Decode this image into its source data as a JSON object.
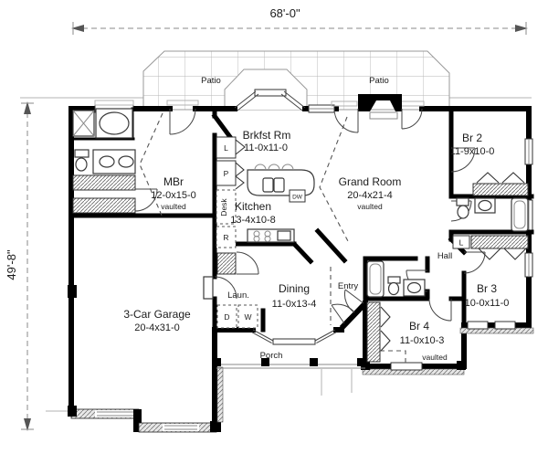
{
  "sheet": {
    "background": "#ffffff",
    "ink": "#000000",
    "light_gray": "#b3b3b3"
  },
  "dimensions": {
    "width": "68'-0\"",
    "height": "49'-8\""
  },
  "rooms": {
    "patio_left": {
      "name": "Patio"
    },
    "patio_right": {
      "name": "Patio"
    },
    "mbr": {
      "name": "MBr",
      "size": "12-0x15-0",
      "note": "vaulted"
    },
    "brkfst": {
      "name": "Brkfst Rm",
      "size": "11-0x11-0"
    },
    "kitchen": {
      "name": "Kitchen",
      "size": "13-4x10-8"
    },
    "grand": {
      "name": "Grand Room",
      "size": "20-4x21-4",
      "note": "vaulted"
    },
    "br2": {
      "name": "Br 2",
      "size": "11-9x10-0"
    },
    "br3": {
      "name": "Br 3",
      "size": "10-0x11-0"
    },
    "br4": {
      "name": "Br 4",
      "size": "11-0x10-3",
      "note": "vaulted"
    },
    "dining": {
      "name": "Dining",
      "size": "11-0x13-4"
    },
    "garage": {
      "name": "3-Car Garage",
      "size": "20-4x31-0"
    },
    "porch": {
      "name": "Porch"
    },
    "entry": {
      "name": "Entry"
    },
    "hall": {
      "name": "Hall"
    },
    "laundry": {
      "name": "Laun."
    }
  },
  "fixtures": {
    "dryer": "D",
    "washer": "W",
    "dishwasher": "DW",
    "pantry": "P",
    "linen_kitchen": "L",
    "linen_hall": "L",
    "desk": "Desk",
    "refrigerator": "R"
  }
}
